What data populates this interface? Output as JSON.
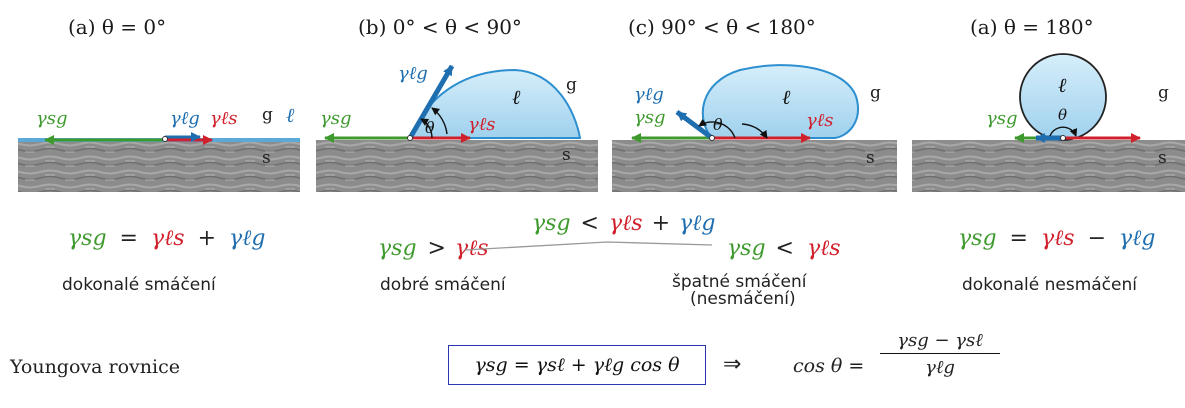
{
  "panels": [
    {
      "title": "(a) θ = 0°",
      "caption": "dokonalé smáčení",
      "equation": [
        "γsg",
        "=",
        "γℓs",
        "+",
        "γℓg"
      ]
    },
    {
      "title": "(b) 0° < θ < 90°",
      "caption": "dobré smáčení",
      "equation": [
        "γsg",
        ">",
        "γℓs"
      ]
    },
    {
      "title": "(c) 90° < θ < 180°",
      "caption": "špatné smáčení",
      "caption2": "(nesmáčení)",
      "equation": [
        "γsg",
        "<",
        "γℓs"
      ]
    },
    {
      "title": "(a) θ = 180°",
      "caption": "dokonalé nesmáčení",
      "equation": [
        "γsg",
        "=",
        "γℓs",
        "−",
        "γℓg"
      ]
    }
  ],
  "shared_equation": [
    "γsg",
    "<",
    "γℓs",
    "+",
    "γℓg"
  ],
  "labels": {
    "gamma_sg": "γsg",
    "gamma_ls": "γℓs",
    "gamma_lg": "γℓg",
    "theta": "θ",
    "gas": "g",
    "liquid": "ℓ",
    "solid": "s"
  },
  "young": {
    "label": "Youngova rovnice",
    "boxed": "γsg = γsℓ + γℓg cos θ",
    "implies": "⇒",
    "lhs": "cos θ =",
    "numerator": "γsg − γsℓ",
    "denominator": "γℓg"
  },
  "colors": {
    "green": "#3f9a2e",
    "red": "#d0202b",
    "blue": "#1f6fb0",
    "droplet": "#bfe3f5",
    "surface": "#8f8f8f",
    "box": "#2b37b0"
  }
}
